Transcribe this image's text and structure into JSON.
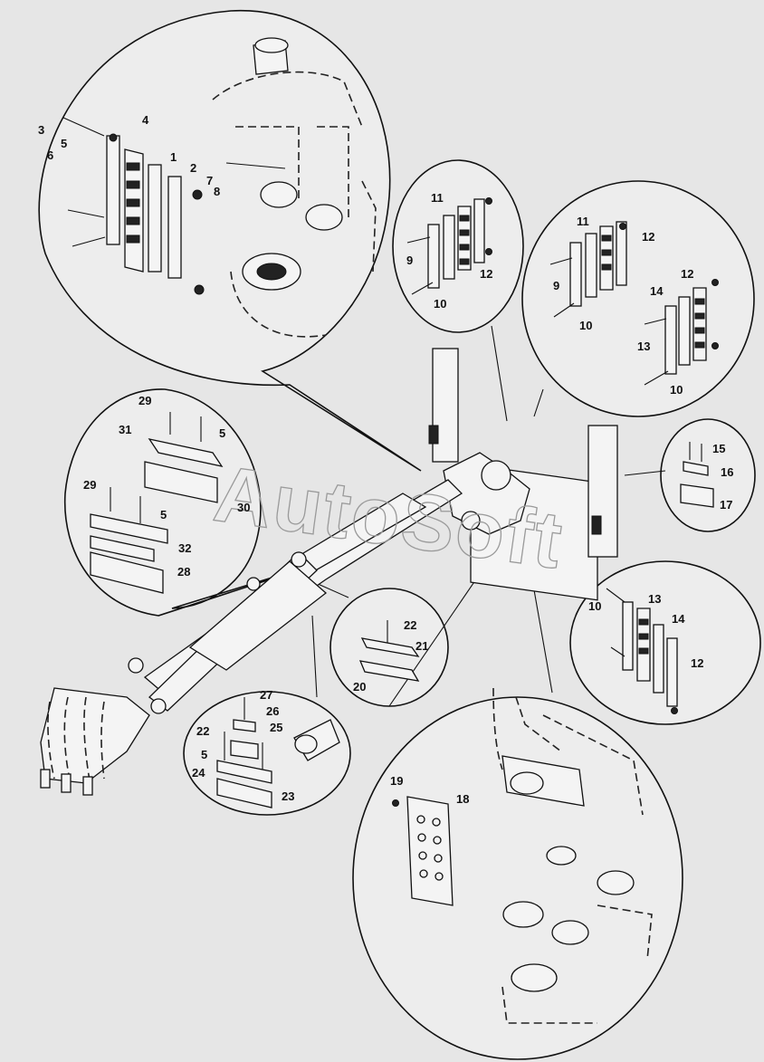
{
  "watermark": "AutoSoft",
  "callouts": [
    {
      "id": "c1",
      "label": "1"
    },
    {
      "id": "c2",
      "label": "2"
    },
    {
      "id": "c3",
      "label": "3"
    },
    {
      "id": "c4",
      "label": "4"
    },
    {
      "id": "c5a",
      "label": "5"
    },
    {
      "id": "c6",
      "label": "6"
    },
    {
      "id": "c7",
      "label": "7"
    },
    {
      "id": "c8",
      "label": "8"
    },
    {
      "id": "c11a",
      "label": "11"
    },
    {
      "id": "c9a",
      "label": "9"
    },
    {
      "id": "c10a",
      "label": "10"
    },
    {
      "id": "c12a",
      "label": "12"
    },
    {
      "id": "c11b",
      "label": "11"
    },
    {
      "id": "c12b",
      "label": "12"
    },
    {
      "id": "c9b",
      "label": "9"
    },
    {
      "id": "c10b",
      "label": "10"
    },
    {
      "id": "c12c",
      "label": "12"
    },
    {
      "id": "c14a",
      "label": "14"
    },
    {
      "id": "c13a",
      "label": "13"
    },
    {
      "id": "c10c",
      "label": "10"
    },
    {
      "id": "c29a",
      "label": "29"
    },
    {
      "id": "c31",
      "label": "31"
    },
    {
      "id": "c5b",
      "label": "5"
    },
    {
      "id": "c29b",
      "label": "29"
    },
    {
      "id": "c30",
      "label": "30"
    },
    {
      "id": "c5c",
      "label": "5"
    },
    {
      "id": "c32",
      "label": "32"
    },
    {
      "id": "c28",
      "label": "28"
    },
    {
      "id": "c15",
      "label": "15"
    },
    {
      "id": "c16",
      "label": "16"
    },
    {
      "id": "c17",
      "label": "17"
    },
    {
      "id": "c10d",
      "label": "10"
    },
    {
      "id": "c13b",
      "label": "13"
    },
    {
      "id": "c14b",
      "label": "14"
    },
    {
      "id": "c12d",
      "label": "12"
    },
    {
      "id": "c22a",
      "label": "22"
    },
    {
      "id": "c21",
      "label": "21"
    },
    {
      "id": "c20",
      "label": "20"
    },
    {
      "id": "c27",
      "label": "27"
    },
    {
      "id": "c26",
      "label": "26"
    },
    {
      "id": "c22b",
      "label": "22"
    },
    {
      "id": "c25",
      "label": "25"
    },
    {
      "id": "c5d",
      "label": "5"
    },
    {
      "id": "c24",
      "label": "24"
    },
    {
      "id": "c23",
      "label": "23"
    },
    {
      "id": "c19",
      "label": "19"
    },
    {
      "id": "c18",
      "label": "18"
    }
  ]
}
